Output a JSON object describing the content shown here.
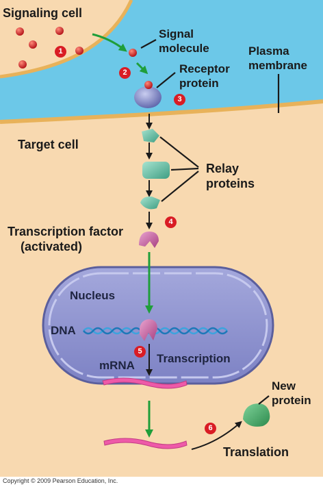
{
  "labels": {
    "signaling_cell": "Signaling cell",
    "signal_molecule": [
      "Signal",
      "molecule"
    ],
    "receptor_protein": [
      "Receptor",
      "protein"
    ],
    "plasma_membrane": [
      "Plasma",
      "membrane"
    ],
    "target_cell": "Target cell",
    "relay_proteins": [
      "Relay",
      "proteins"
    ],
    "transcription_factor": [
      "Transcription factor",
      "(activated)"
    ],
    "nucleus": "Nucleus",
    "dna": "DNA",
    "mrna": "mRNA",
    "transcription": "Transcription",
    "new_protein": [
      "New",
      "protein"
    ],
    "translation": "Translation"
  },
  "steps": [
    "1",
    "2",
    "3",
    "4",
    "5",
    "6"
  ],
  "copyright": "Copyright © 2009 Pearson Education, Inc.",
  "colors": {
    "cytoplasm": "#f8d9b0",
    "extracellular": "#6cc8e8",
    "membrane": "#e8b25a",
    "nucleus": "#8b8fcf",
    "signal_molecule": "#d6262b",
    "receptor": "#7f86c8",
    "relay_protein": "#5fbfa4",
    "transcription_factor": "#c45a9a",
    "mrna": "#ee5aa8",
    "green_arrow": "#1f9e3a",
    "step_badge": "#d91c24"
  }
}
